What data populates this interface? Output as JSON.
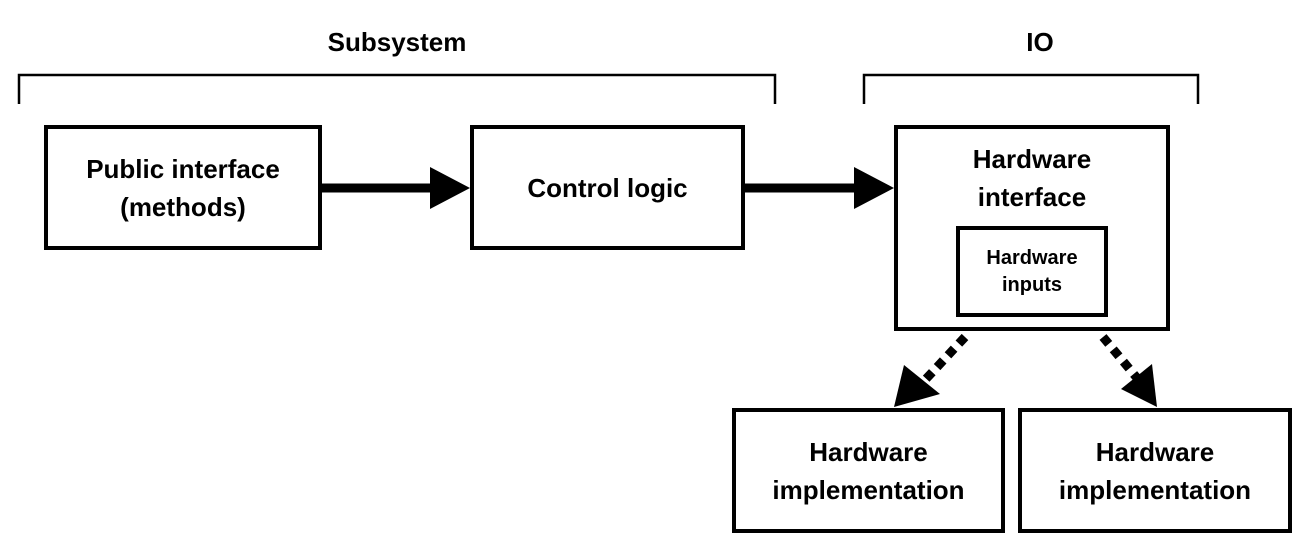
{
  "groups": {
    "subsystem": "Subsystem",
    "io": "IO"
  },
  "nodes": {
    "public_interface": {
      "line1": "Public interface",
      "line2": "(methods)"
    },
    "control_logic": {
      "line1": "Control logic"
    },
    "hardware_interface": {
      "line1": "Hardware",
      "line2": "interface"
    },
    "hardware_inputs": {
      "line1": "Hardware",
      "line2": "inputs"
    },
    "hardware_impl_left": {
      "line1": "Hardware",
      "line2": "implementation"
    },
    "hardware_impl_right": {
      "line1": "Hardware",
      "line2": "implementation"
    }
  },
  "edges": [
    {
      "from": "public_interface",
      "to": "control_logic",
      "style": "solid"
    },
    {
      "from": "control_logic",
      "to": "hardware_interface",
      "style": "solid"
    },
    {
      "from": "hardware_interface",
      "to": "hardware_impl_left",
      "style": "dotted"
    },
    {
      "from": "hardware_interface",
      "to": "hardware_impl_right",
      "style": "dotted"
    }
  ],
  "colors": {
    "stroke": "#000000",
    "background": "#ffffff"
  }
}
